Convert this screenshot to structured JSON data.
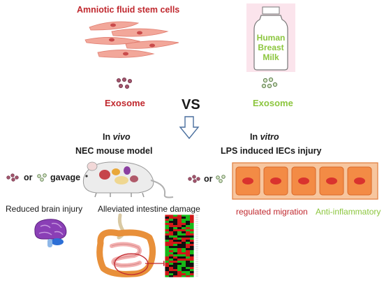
{
  "source": {
    "amniotic_title": "Amniotic fluid stem cells",
    "milk_label_line1": "Human",
    "milk_label_line2": "Breast",
    "milk_label_line3": "Milk"
  },
  "exosome_left": "Exosome",
  "exosome_right": "Exosome",
  "vs": "VS",
  "in_vivo": {
    "prefix": "In ",
    "italic": "vivo",
    "model": "NEC mouse model",
    "or": "or",
    "gavage": "gavage",
    "outcome_brain": "Reduced brain injury",
    "outcome_intestine": "Alleviated intestine damage"
  },
  "in_vitro": {
    "prefix": "In ",
    "italic": "vitro",
    "model": "LPS induced IECs injury",
    "or": "or",
    "outcome_migration": "regulated migration",
    "outcome_inflammation": "Anti-inflammatory"
  },
  "colors": {
    "red": "#c0282e",
    "green": "#8cc63e",
    "cell_pink": "#f0a090",
    "bottle_bg": "#fbe4ec",
    "epithelium": "#f38b45"
  },
  "icons": [
    "stem-cell-icon",
    "milk-bottle-icon",
    "exosome-cluster-icon",
    "down-arrow-icon",
    "mouse-icon",
    "brain-icon",
    "intestine-icon",
    "heatmap-icon",
    "epithelial-cells-icon"
  ]
}
